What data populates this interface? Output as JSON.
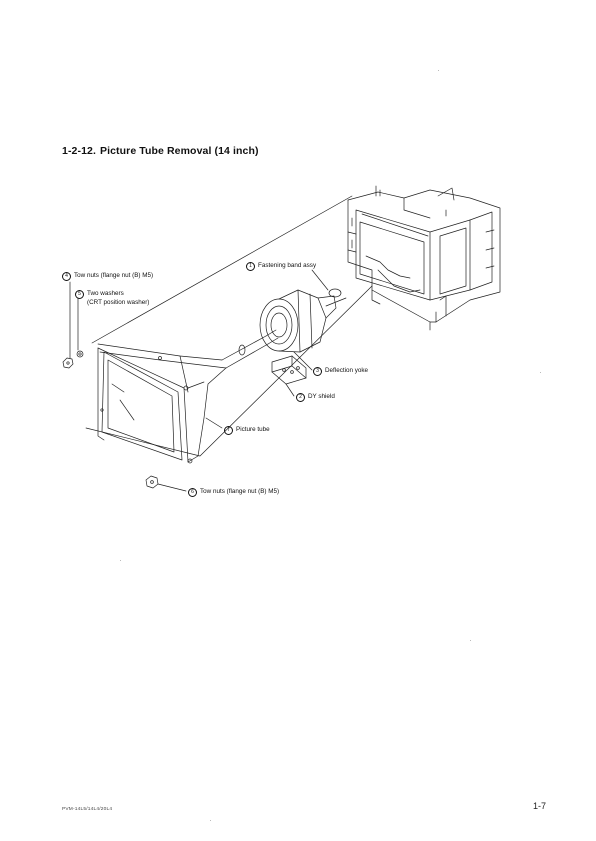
{
  "section": {
    "number": "1-2-12.",
    "title": "Picture Tube Removal (14 inch)"
  },
  "callouts": [
    {
      "num": "1",
      "text": "Fastening band assy"
    },
    {
      "num": "4",
      "text": "Tow nuts (flange nut (B) M5)"
    },
    {
      "num": "5",
      "text": "Two washers"
    },
    {
      "num": "",
      "text": "(CRT position washer)"
    },
    {
      "num": "3",
      "text": "Deflection yoke"
    },
    {
      "num": "2",
      "text": "DY shield"
    },
    {
      "num": "7",
      "text": "Picture tube"
    },
    {
      "num": "6",
      "text": "Tow nuts (flange nut (B) M5)"
    }
  ],
  "footer": {
    "model": "PVM-14L5/14L4/20L4",
    "page": "1-7"
  }
}
